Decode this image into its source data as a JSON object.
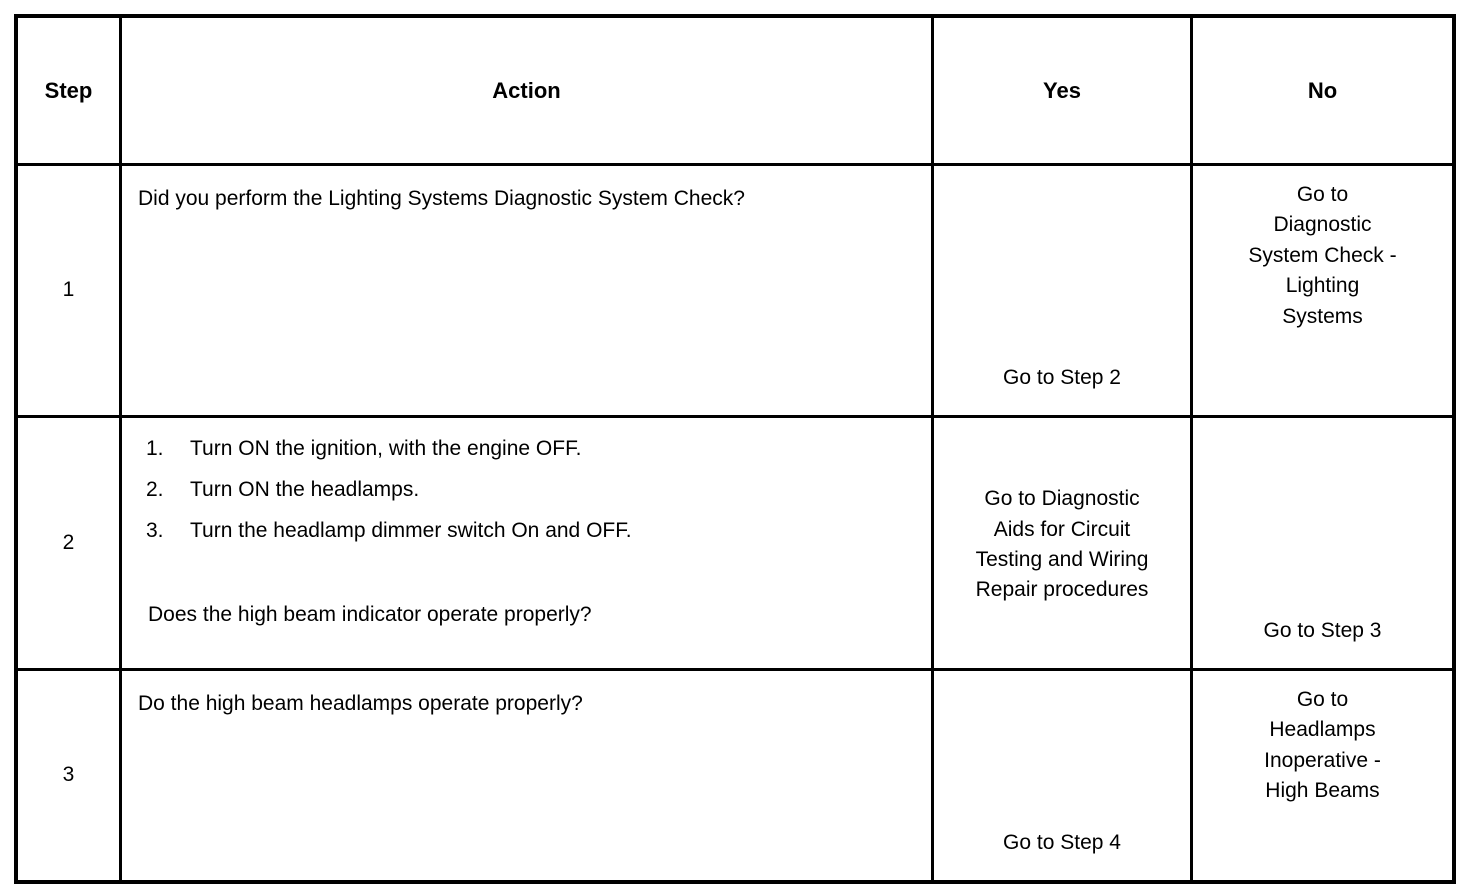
{
  "table": {
    "headers": {
      "step": "Step",
      "action": "Action",
      "yes": "Yes",
      "no": "No"
    },
    "rows": [
      {
        "step": "1",
        "action_text": "Did you perform the Lighting Systems Diagnostic System Check?",
        "yes": [
          "Go to Step 2"
        ],
        "no": [
          "Go to",
          "Diagnostic",
          "System Check -",
          "Lighting",
          "Systems"
        ]
      },
      {
        "step": "2",
        "list": [
          {
            "num": "1.",
            "text": "Turn ON the ignition, with the engine OFF."
          },
          {
            "num": "2.",
            "text": "Turn ON the headlamps."
          },
          {
            "num": "3.",
            "text": "Turn the headlamp dimmer switch On and OFF."
          }
        ],
        "question": "Does the high beam indicator operate properly?",
        "yes": [
          "Go to Diagnostic",
          "Aids for Circuit",
          "Testing and Wiring",
          "Repair procedures"
        ],
        "no": [
          "Go to Step 3"
        ]
      },
      {
        "step": "3",
        "action_text": "Do the high beam headlamps operate properly?",
        "yes": [
          "Go to Step 4"
        ],
        "no": [
          "Go to",
          "Headlamps",
          "Inoperative -",
          "High Beams"
        ]
      }
    ]
  },
  "colors": {
    "border": "#000000",
    "background": "#ffffff",
    "text": "#000000"
  }
}
